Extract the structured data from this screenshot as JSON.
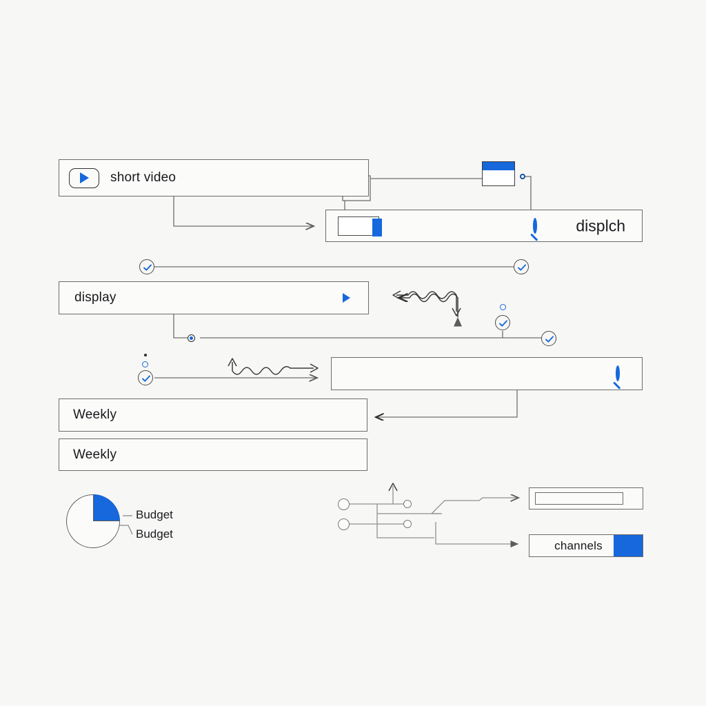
{
  "meta": {
    "title": "UI wireframe flow diagram",
    "background_color": "#f7f7f5",
    "accent_color": "#1668dc",
    "stroke_color": "#6b6b6b"
  },
  "rows": {
    "short_video": {
      "label": "short video",
      "icon": "play-icon"
    },
    "displch_search": {
      "value": "displch",
      "left_icon": "toggle-icon",
      "right_icon": "search-icon"
    },
    "display": {
      "label": "display",
      "icon": "play-triangle-icon"
    },
    "empty_search": {
      "value": "",
      "placeholder": "",
      "right_icon": "search-icon"
    },
    "weekly_1": {
      "label": "Weekly"
    },
    "weekly_2": {
      "label": "Weekly"
    }
  },
  "window_glyph": {
    "name": "window-icon",
    "titlebar_color": "#1668dc"
  },
  "lower_right": {
    "progress_box": {
      "label": "",
      "name": "progress-bar-box"
    },
    "channels_box": {
      "label": "channels",
      "swatch_color": "#1668dc"
    }
  },
  "chart_data": {
    "type": "pie",
    "title": "",
    "labels": [
      "Budget",
      "Budget"
    ],
    "values": [
      25,
      75
    ],
    "colors": [
      "#1668dc",
      "#fbfbfa"
    ],
    "legend": "leader-lines-right"
  },
  "markers": {
    "check_icon": "check-circle-icon",
    "ring_icon": "small-ring-icon",
    "dot_icon": "small-dot-icon",
    "node_icon": "connector-node-icon"
  }
}
